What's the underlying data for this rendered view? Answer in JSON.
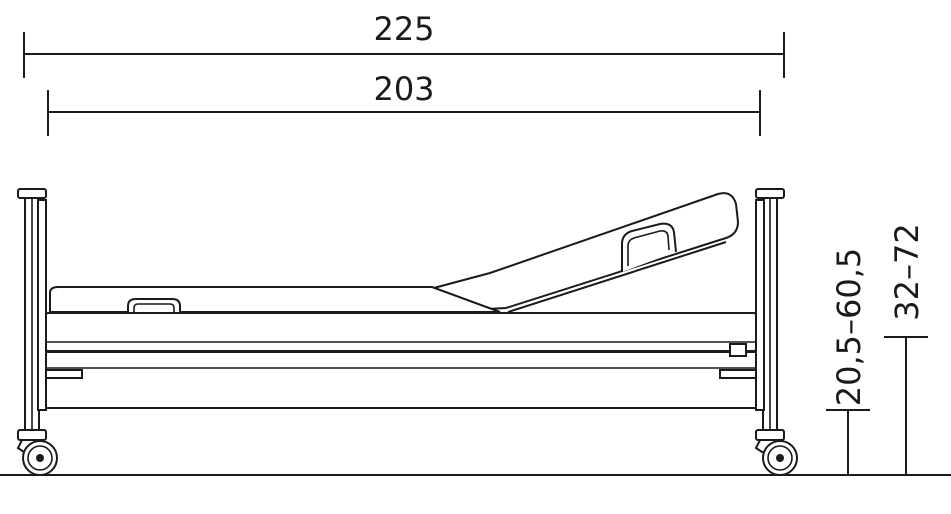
{
  "dimensions": {
    "overall_length": "225",
    "mattress_length": "203",
    "lying_height_range": "20,5–60,5",
    "frame_height_range": "32–72"
  }
}
